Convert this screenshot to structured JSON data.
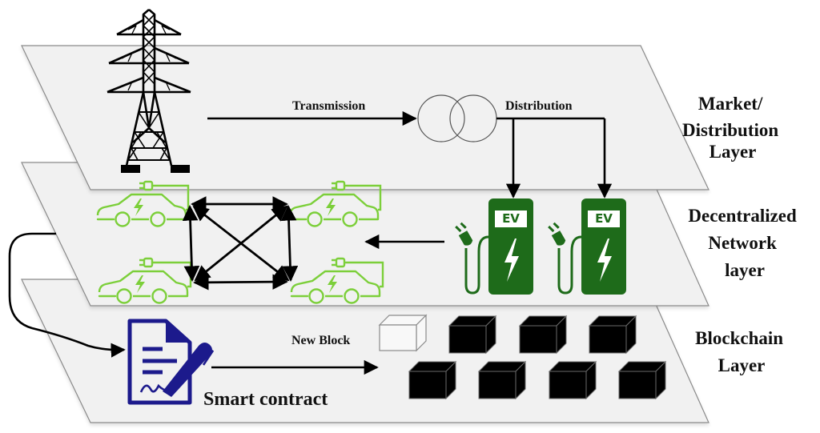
{
  "layers": [
    {
      "id": "market",
      "title_lines": [
        "Market/",
        "Distribution",
        "Layer"
      ]
    },
    {
      "id": "network",
      "title_lines": [
        "Decentralized",
        "Network",
        "layer"
      ]
    },
    {
      "id": "blockchain",
      "title_lines": [
        "Blockchain",
        "Layer"
      ]
    }
  ],
  "labels": {
    "transmission": "Transmission",
    "distribution": "Distribution",
    "ev_station": "EV",
    "new_block": "New Block",
    "smart_contract": "Smart contract"
  },
  "icons": {
    "tower": "transmission-tower-icon",
    "transformer": "transformer-icon",
    "car": "electric-car-icon",
    "station": "ev-charging-station-icon",
    "contract": "smart-contract-document-icon",
    "block": "block-cube-icon"
  },
  "counts": {
    "electric_cars": 4,
    "charging_stations": 2,
    "chain_blocks": 7,
    "new_blocks": 1
  },
  "colors": {
    "plane_fill": "#f1f1f1",
    "plane_stroke": "#8a8a8a",
    "car_green": "#7ccf3a",
    "station_green": "#1e6b1a",
    "contract_blue": "#1c1a8c",
    "block_black": "#000000"
  }
}
